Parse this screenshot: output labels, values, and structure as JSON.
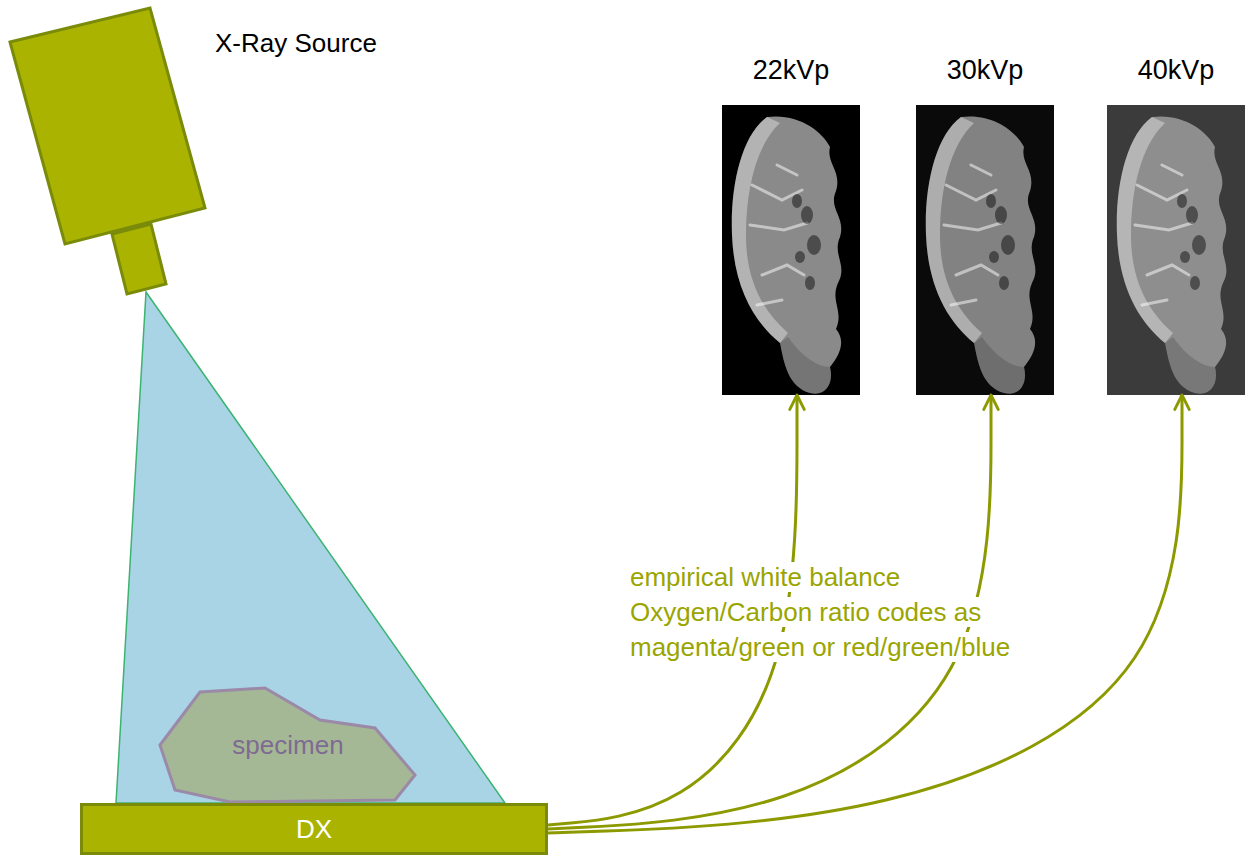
{
  "diagram": {
    "nodes": [
      {
        "text": [
          "X-Ray Source"
        ]
      },
      {
        "text": [
          "specimen"
        ]
      },
      {
        "text": [
          "DX"
        ]
      },
      {
        "text": [
          "22kVp"
        ]
      },
      {
        "text": [
          "30kVp"
        ]
      },
      {
        "text": [
          "40kVp"
        ]
      }
    ],
    "edges": [
      {
        "from": 2,
        "to": 3,
        "arrow": "to"
      },
      {
        "from": 2,
        "to": 4,
        "arrow": "to"
      },
      {
        "from": 2,
        "to": 5,
        "arrow": "to"
      }
    ],
    "labels": [
      "empirical white balance Oxygen/Carbon ratio codes as magenta/green or red/green/blue"
    ]
  }
}
